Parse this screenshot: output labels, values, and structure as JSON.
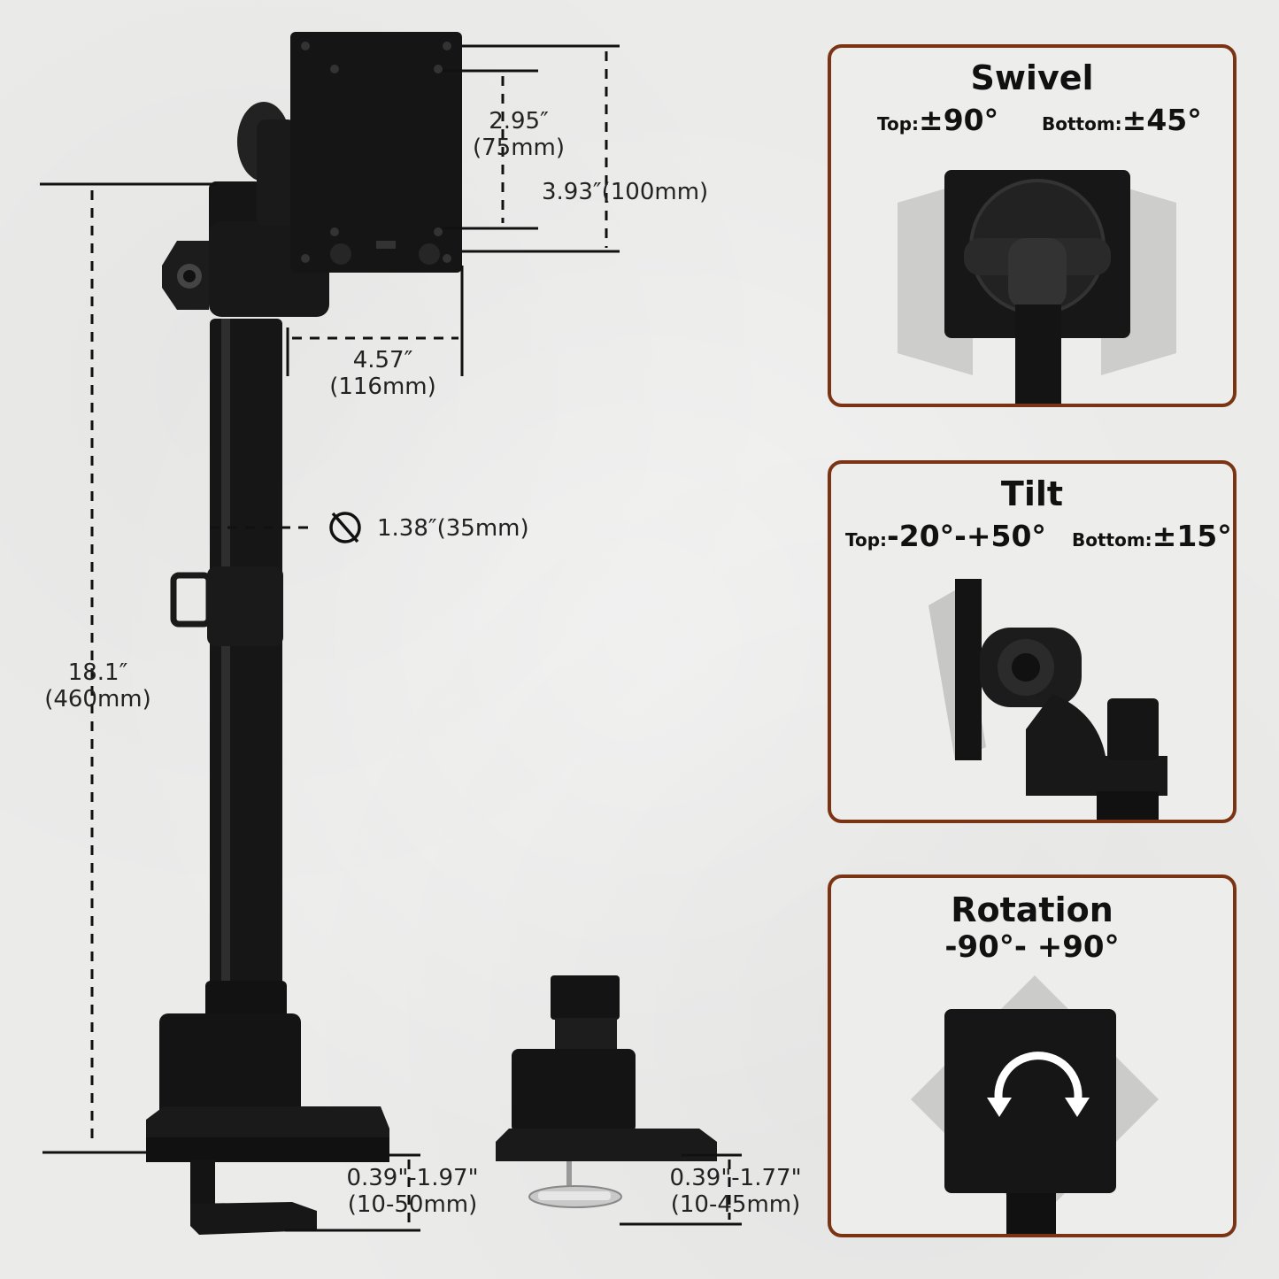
{
  "dimensions": {
    "height": {
      "inch": "18.1″",
      "mm": "(460mm)"
    },
    "vesa_small": {
      "inch": "2.95″",
      "mm": "(75mm)"
    },
    "vesa_large": {
      "text": "3.93″(100mm)"
    },
    "arm_offset": {
      "inch": "4.57″",
      "mm": "(116mm)"
    },
    "pole_diameter": {
      "text": "1.38″(35mm)"
    },
    "clamp_range_1": {
      "inch": "0.39\"-1.97\"",
      "mm": "(10-50mm)"
    },
    "clamp_range_2": {
      "inch": "0.39\"-1.77\"",
      "mm": "(10-45mm)"
    }
  },
  "panels": {
    "swivel": {
      "title": "Swivel",
      "top_label": "Top:",
      "top_value": "±90°",
      "bottom_label": "Bottom:",
      "bottom_value": "±45°"
    },
    "tilt": {
      "title": "Tilt",
      "top_label": "Top:",
      "top_value": "-20°-+50°",
      "bottom_label": "Bottom:",
      "bottom_value": "±15°"
    },
    "rotation": {
      "title": "Rotation",
      "range": "-90°- +90°"
    }
  },
  "colors": {
    "panel_border": "#7a3414",
    "product": "#151515",
    "background": "#ebebea"
  },
  "icons": [
    "diameter-icon",
    "rotate-arrow-icon"
  ]
}
